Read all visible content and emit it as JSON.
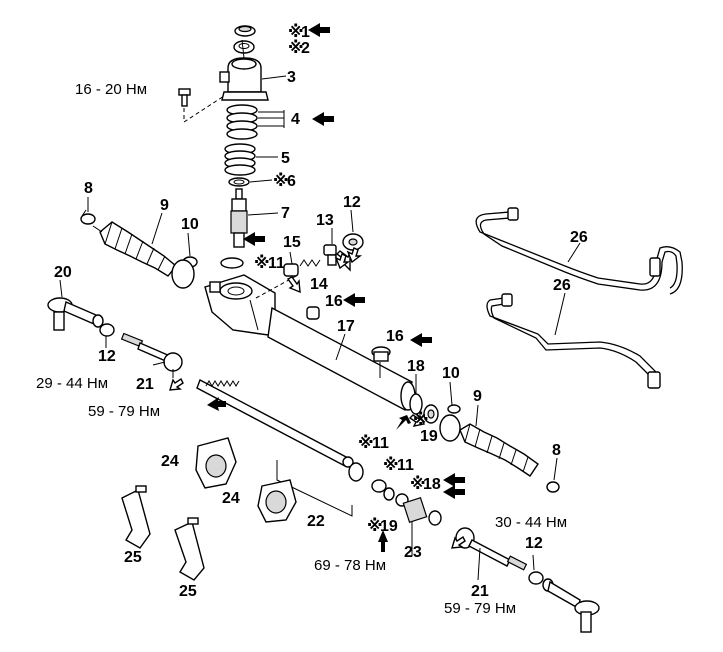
{
  "labels": {
    "p1": "1",
    "p2": "2",
    "p3": "3",
    "p4": "4",
    "p5": "5",
    "p6": "6",
    "p7": "7",
    "p8a": "8",
    "p8b": "8",
    "p9a": "9",
    "p9b": "9",
    "p10a": "10",
    "p10b": "10",
    "p11a": "11",
    "p11b": "11",
    "p11c": "11",
    "p12a": "12",
    "p12b": "12",
    "p12c": "12",
    "p13": "13",
    "p14": "14",
    "p15": "15",
    "p16a": "16",
    "p16b": "16",
    "p17": "17",
    "p18a": "18",
    "p18b": "18",
    "p19a": "19",
    "p19b": "19",
    "p20": "20",
    "p21a": "21",
    "p21b": "21",
    "p22": "22",
    "p23": "23",
    "p24a": "24",
    "p24b": "24",
    "p25a": "25",
    "p25b": "25",
    "p26a": "26",
    "p26b": "26"
  },
  "marks": {
    "asterisk": "※"
  },
  "torques": {
    "t1": "16 - 20 Нм",
    "t2": "29 - 44 Нм",
    "t3": "59 - 79 Нм",
    "t4": "69 - 78 Нм",
    "t5": "30 - 44 Нм",
    "t6": "59 - 79 Нм"
  }
}
